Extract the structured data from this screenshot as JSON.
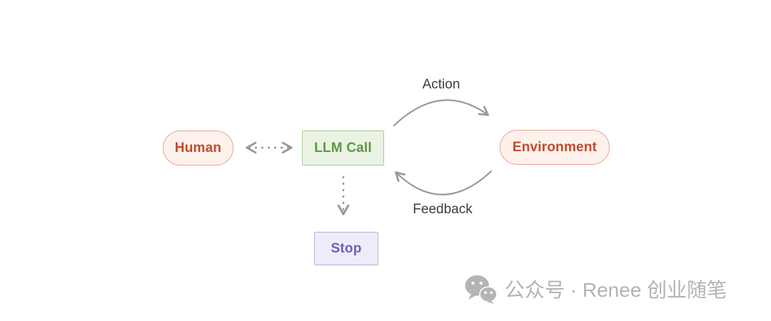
{
  "diagram": {
    "nodes": {
      "human": {
        "label": "Human"
      },
      "llm_call": {
        "label": "LLM Call"
      },
      "environment": {
        "label": "Environment"
      },
      "stop": {
        "label": "Stop"
      }
    },
    "edges": {
      "action": {
        "label": "Action"
      },
      "feedback": {
        "label": "Feedback"
      },
      "human_llm_bidirectional": {
        "style": "dashed-double-arrow"
      },
      "llm_stop": {
        "style": "dashed-down-arrow"
      }
    },
    "colors": {
      "terminal_bg": "#fdf1ec",
      "terminal_border": "#e6a893",
      "terminal_text": "#c14b2d",
      "llm_bg": "#eaf3e3",
      "llm_border": "#a9cb90",
      "llm_text": "#5b9a45",
      "stop_bg": "#edecf8",
      "stop_border": "#b6b2d8",
      "stop_text": "#6a63b6",
      "arrow": "#9a9a9a",
      "edge_label_text": "#3d3d3d"
    }
  },
  "watermark": {
    "icon": "wechat-icon",
    "text": "公众号 · Renee 创业随笔",
    "color": "#b3b3b3"
  }
}
